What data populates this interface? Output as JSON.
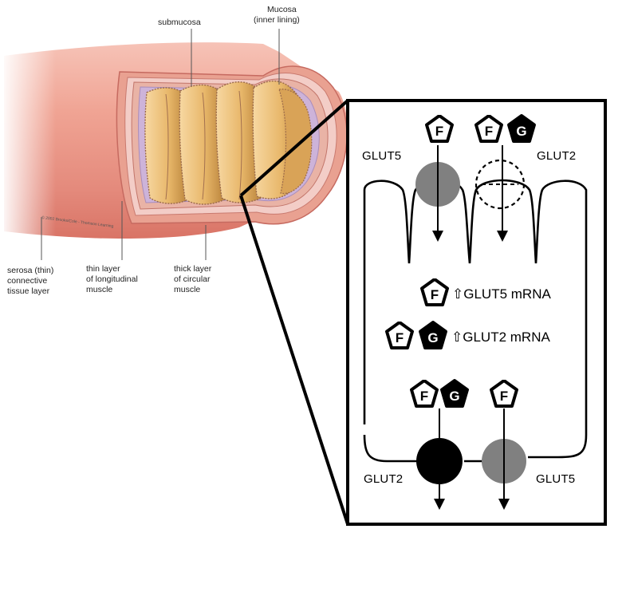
{
  "anatomy": {
    "labels": {
      "submucosa": "submucosa",
      "mucosa_line1": "Mucosa",
      "mucosa_line2": "(inner lining)",
      "serosa_line1": "serosa (thin)",
      "serosa_line2": "connective",
      "serosa_line3": "tissue layer",
      "longitudinal_line1": "thin layer",
      "longitudinal_line2": "of longitudinal",
      "longitudinal_line3": "muscle",
      "circular_line1": "thick layer",
      "circular_line2": "of circular",
      "circular_line3": "muscle"
    },
    "copyright": "© 2002 Brooks/Cole - Thomson Learning"
  },
  "cell": {
    "labels": {
      "glut5_top": "GLUT5",
      "glut2_top": "GLUT2",
      "glut2_bottom": "GLUT2",
      "glut5_bottom": "GLUT5",
      "glut5_mrna": "⇧GLUT5 mRNA",
      "glut2_mrna": "⇧GLUT2 mRNA"
    },
    "sugars": {
      "fructose": "F",
      "glucose": "G"
    },
    "colors": {
      "glut5_fill": "#808080",
      "glut2_fill": "#000000",
      "line": "#000000"
    }
  }
}
